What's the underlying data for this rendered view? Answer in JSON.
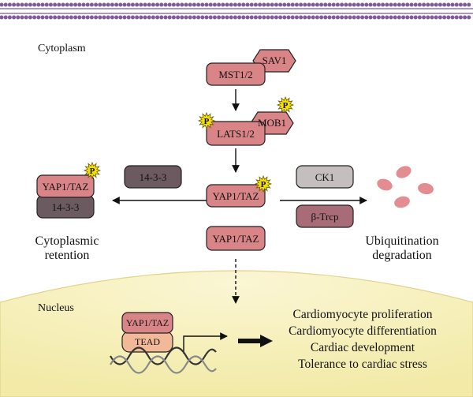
{
  "compartments": {
    "cytoplasm": "Cytoplasm",
    "nucleus": "Nucleus"
  },
  "pathway": {
    "sav": "SAV1",
    "mst": "MST1/2",
    "lats": "LATS1/2",
    "mob": "MOB1",
    "yap_phospho": "YAP1/TAZ",
    "yap": "YAP1/TAZ",
    "phospho_mark": "P"
  },
  "retention": {
    "protein_1433_free": "14-3-3",
    "yap_bound": "YAP1/TAZ",
    "protein_1433_bound": "14-3-3",
    "caption_line1": "Cytoplasmic",
    "caption_line2": "retention"
  },
  "degradation": {
    "ck1": "CK1",
    "btrcp": "β-Trcp",
    "caption_line1": "Ubiquitination",
    "caption_line2": "degradation"
  },
  "nuclear": {
    "yap": "YAP1/TAZ",
    "tead": "TEAD"
  },
  "outcomes": [
    "Cardiomyocyte proliferation",
    "Cardiomyocyte differentiation",
    "Cardiac development",
    "Tolerance to cardiac stress"
  ],
  "colors": {
    "membrane": "#7e5a98",
    "nucleus_fill": "#f5efb6",
    "protein_pink": "#d98587",
    "protein_1433": "#6b5a60",
    "ck1": "#c4bebe",
    "btrcp": "#a86b78",
    "tead": "#f2b999",
    "phospho": "#f4e000",
    "dots": "#e38d92"
  }
}
